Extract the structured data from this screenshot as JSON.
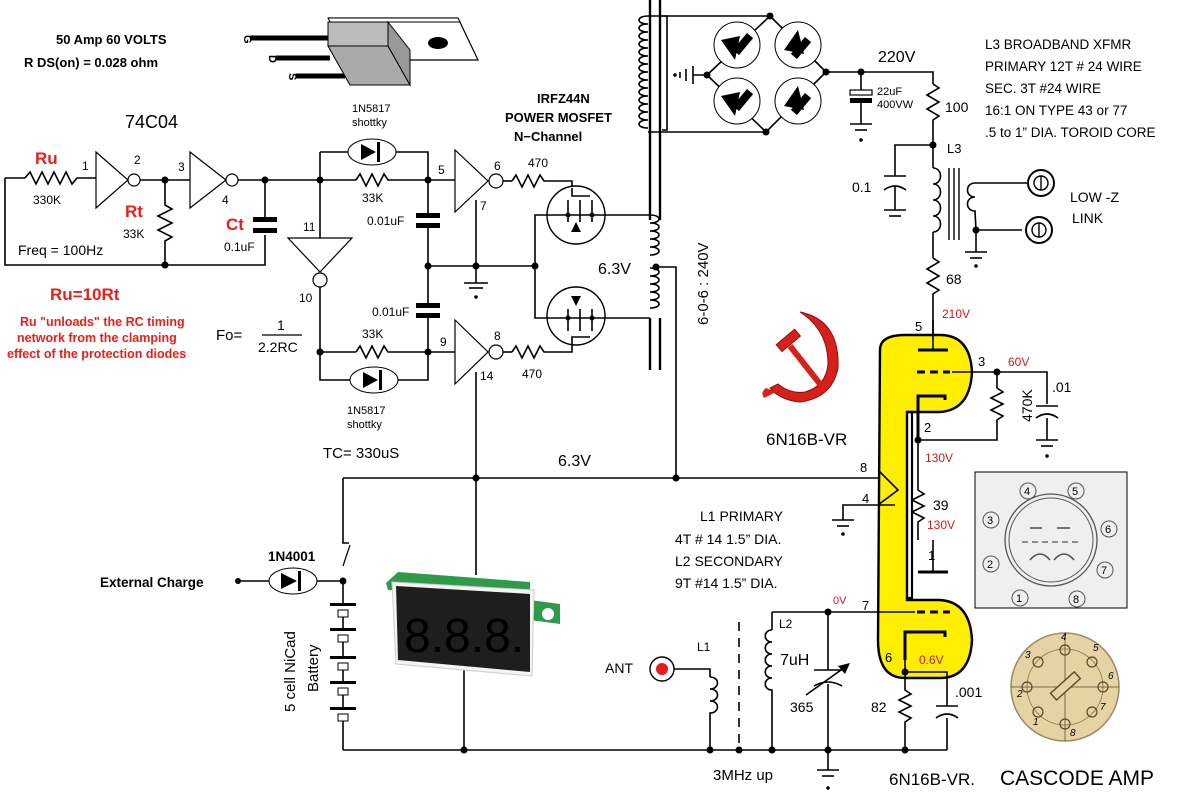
{
  "mosfet_specs": {
    "line1": "50 Amp   60 VOLTS",
    "line2": "R DS(on) = 0.028 ohm",
    "pins": [
      "G",
      "D",
      "S"
    ]
  },
  "oscillator": {
    "ic_label": "74C04",
    "ru_label": "Ru",
    "ru_value": "330K",
    "rt_label": "Rt",
    "rt_value": "33K",
    "ct_label": "Ct",
    "ct_value": "0.1uF",
    "freq": "Freq = 100Hz",
    "pins": [
      "1",
      "2",
      "3",
      "4"
    ],
    "rule": "Ru=10Rt",
    "note_lines": [
      "Ru \"unloads\" the RC timing",
      "network from the clamping",
      "effect of the protection diodes"
    ],
    "formula_prefix": "Fo=",
    "formula_num": "1",
    "formula_den": "2.2RC"
  },
  "driver": {
    "diode_top": {
      "part": "1N5817",
      "type": "shottky"
    },
    "diode_bottom": {
      "part": "1N5817",
      "type": "shottky"
    },
    "r_top": "33K",
    "r_bottom": "33K",
    "c_top": "0.01uF",
    "c_bottom": "0.01uF",
    "r_gate_top": "470",
    "r_gate_bottom": "470",
    "pins": {
      "p5": "5",
      "p6": "6",
      "p7": "7",
      "p8": "8",
      "p9": "9",
      "p10": "10",
      "p11": "11",
      "p14": "14"
    },
    "tc": "TC= 330uS"
  },
  "mosfet_label": [
    "IRFZ44N",
    "POWER MOSFET",
    "N−Channel"
  ],
  "transformer": {
    "center_tap": "6.3V",
    "ratio": "6-0-6 : 240V"
  },
  "supply": {
    "rail_label": "6.3V",
    "hv": "220V",
    "cap_value": "22uF",
    "cap_rating": "400VW",
    "r_drop": "100"
  },
  "l3_spec": [
    "L3 BROADBAND XFMR",
    "PRIMARY 12T # 24 WIRE",
    "SEC. 3T #24 WIRE",
    "16:1 ON TYPE 43 or 77",
    ".5 to 1” DIA. TOROID CORE"
  ],
  "output": {
    "l3_label": "L3",
    "bypass_cap": "0.1",
    "link_label": [
      "LOW -Z",
      "LINK"
    ],
    "r_plate": "68"
  },
  "tube": {
    "name": "6N16B-VR",
    "pins": {
      "p1": "1",
      "p2": "2",
      "p3": "3",
      "p4": "4",
      "p5": "5",
      "p6": "6",
      "p7": "7",
      "p8": "8"
    },
    "v_plate": "210V",
    "v_grid_upper": "60V",
    "v_cathode_upper": "130V",
    "v_plate_lower": "130V",
    "v_grid_lower": "0V",
    "v_cathode_lower": "0.6V",
    "r_grid_bias": "470K",
    "c_grid_bypass": ".01",
    "r_link": "39",
    "r_cathode": "82",
    "c_cathode": ".001",
    "fill_color": "#ffee00"
  },
  "input": {
    "ant_label": "ANT",
    "l1_label": "L1",
    "l2_label": "L2",
    "l2_value": "7uH",
    "c_tune": "365",
    "band": "3MHz up",
    "coil_spec": [
      "L1 PRIMARY",
      "4T # 14 1.5” DIA.",
      "L2 SECONDARY",
      "9T #14 1.5” DIA."
    ]
  },
  "battery": {
    "charge_label": "External Charge",
    "diode": "1N4001",
    "label_lines": [
      "5 cell NiCad",
      "Battery"
    ]
  },
  "voltmeter": {
    "display": "8.8.8."
  },
  "pinout": {
    "top_pins": [
      "1",
      "2",
      "3",
      "4",
      "5",
      "6",
      "7",
      "8"
    ],
    "socket_pins": [
      "1",
      "2",
      "3",
      "4",
      "5",
      "6",
      "7",
      "8"
    ]
  },
  "footer": {
    "tube": "6N16B-VR.",
    "title": "CASCODE AMP"
  },
  "colors": {
    "accent_red": "#e8201a",
    "voltage_red": "#c81e1e",
    "tube_yellow": "#ffee00",
    "label_navy": "#1a2a5a",
    "socket_tan": "#e6d3a3"
  }
}
